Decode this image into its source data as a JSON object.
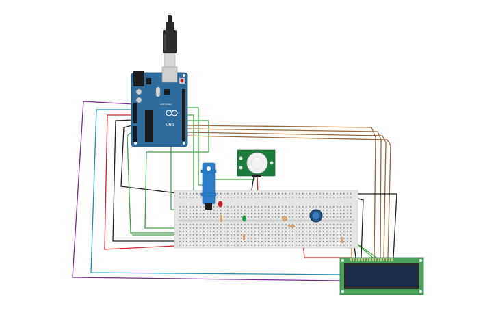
{
  "circuit": {
    "board": "arduino-uno",
    "board_logo_text": "UNO",
    "board_brand_text": "ARDUINO",
    "components": [
      {
        "name": "usb-cable",
        "kind": "usb-cable"
      },
      {
        "name": "arduino-uno",
        "kind": "microcontroller"
      },
      {
        "name": "pir-sensor",
        "kind": "motion-sensor"
      },
      {
        "name": "servo-motor",
        "kind": "servo"
      },
      {
        "name": "breadboard",
        "kind": "breadboard"
      },
      {
        "name": "red-led",
        "kind": "led",
        "color": "#cc2222"
      },
      {
        "name": "green-led",
        "kind": "led",
        "color": "#1a9a3a"
      },
      {
        "name": "photoresistor",
        "kind": "ldr"
      },
      {
        "name": "potentiometer",
        "kind": "potentiometer"
      },
      {
        "name": "lcd-16x2",
        "kind": "lcd"
      }
    ],
    "wire_colors": {
      "purple": "#7a2b8f",
      "teal": "#1f8fb0",
      "red": "#d3242a",
      "black": "#222222",
      "green": "#3aa845",
      "brown": "#9a6a3c",
      "orange": "#e07a1a"
    },
    "component_colors": {
      "arduino": "#2d6b9c",
      "pir": "#1c7a3c",
      "servo": "#2d7ec8",
      "lcd_board": "#4aa35a",
      "lcd_screen": "#1b2b4a",
      "breadboard": "#e6e6e6"
    }
  }
}
